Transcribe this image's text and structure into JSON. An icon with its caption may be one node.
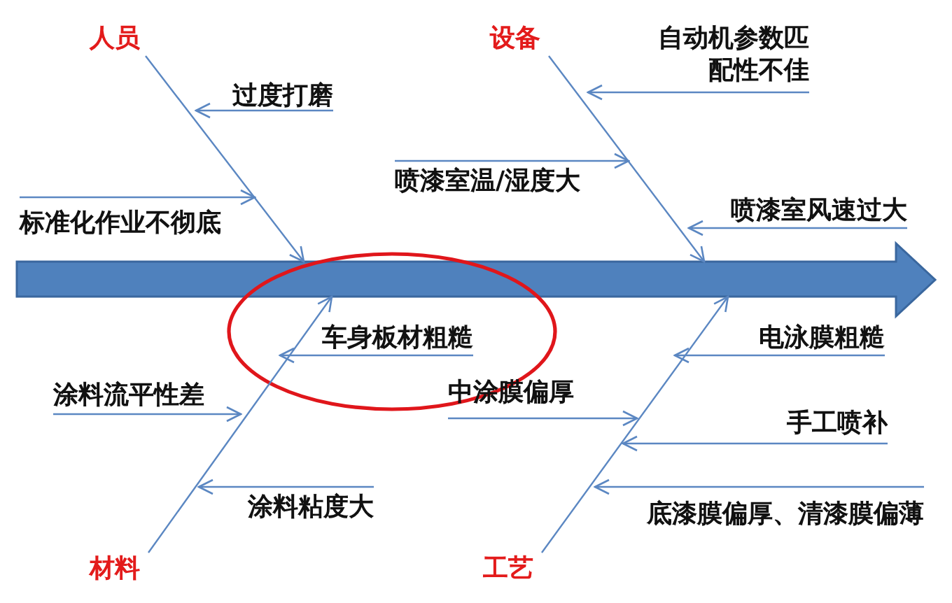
{
  "diagram": {
    "nodes": [
      {
        "text": [],
        "shape": "arrow"
      },
      {
        "text": [
          "人员"
        ]
      },
      {
        "text": [
          "设备"
        ]
      },
      {
        "text": [
          "过度打磨"
        ]
      },
      {
        "text": [
          "自动机参数匹配性不佳"
        ]
      },
      {
        "text": [
          "标准化作业不彻底"
        ]
      },
      {
        "text": [
          "喷漆室温/湿度大"
        ]
      },
      {
        "text": [
          "喷漆室风速过大"
        ]
      },
      {
        "text": [],
        "shape": "ellipse"
      },
      {
        "text": [
          "车身板材粗糙"
        ],
        "in": 8
      },
      {
        "text": [
          "电泳膜粗糙"
        ]
      },
      {
        "text": [
          "涂料流平性差"
        ]
      },
      {
        "text": [
          "中涂膜偏厚"
        ]
      },
      {
        "text": [
          "手工喷补"
        ]
      },
      {
        "text": [
          "涂料粘度大"
        ]
      },
      {
        "text": [
          "底漆膜偏厚、清漆膜偏薄"
        ]
      },
      {
        "text": [
          "材料"
        ]
      },
      {
        "text": [
          "工艺"
        ]
      }
    ],
    "edges": [
      {
        "from": 1,
        "to": 0,
        "arrow": "to"
      },
      {
        "from": 2,
        "to": 0,
        "arrow": "to"
      },
      {
        "from": 16,
        "to": 0,
        "arrow": "to"
      },
      {
        "from": 17,
        "to": 0,
        "arrow": "to"
      },
      {
        "from": 3,
        "to": null,
        "arrow": "to"
      },
      {
        "from": 4,
        "to": null,
        "arrow": "to"
      },
      {
        "from": 5,
        "to": null,
        "arrow": "to"
      },
      {
        "from": 6,
        "to": null,
        "arrow": "to"
      },
      {
        "from": 7,
        "to": null,
        "arrow": "to"
      },
      {
        "from": 9,
        "to": null,
        "arrow": "to"
      },
      {
        "from": 10,
        "to": null,
        "arrow": "to"
      },
      {
        "from": 11,
        "to": null,
        "arrow": "to"
      },
      {
        "from": 12,
        "to": null,
        "arrow": "to"
      },
      {
        "from": 13,
        "to": null,
        "arrow": "to"
      },
      {
        "from": 14,
        "to": null,
        "arrow": "to"
      },
      {
        "from": 15,
        "to": null,
        "arrow": "to"
      }
    ]
  }
}
